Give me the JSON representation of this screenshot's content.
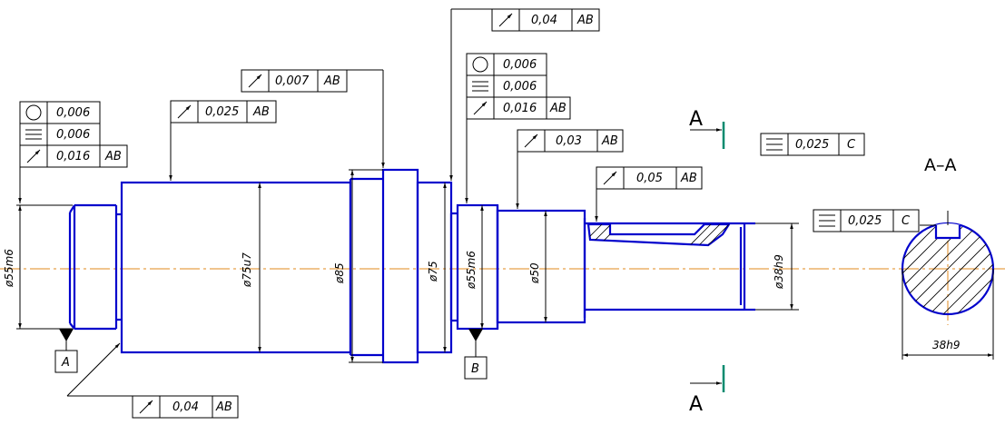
{
  "tolerance_frames": {
    "left_circularity": "0,006",
    "left_flatness": "0,006",
    "left_runout": "0,016",
    "left_runout_datum": "AB",
    "runout_75u7": "0,025",
    "runout_75u7_datum": "AB",
    "runout_85": "0,007",
    "runout_85_datum": "AB",
    "runout_top": "0,04",
    "runout_top_datum": "AB",
    "mid_circularity": "0,006",
    "mid_flatness": "0,006",
    "mid_runout": "0,016",
    "mid_runout_datum": "AB",
    "runout_50": "0,03",
    "runout_50_datum": "AB",
    "runout_38": "0,05",
    "runout_38_datum": "AB",
    "flatness_section": "0,025",
    "flatness_section_datum": "C",
    "flatness_key": "0,025",
    "flatness_key_datum": "C",
    "runout_bottom": "0,04",
    "runout_bottom_datum": "AB"
  },
  "dimensions": {
    "d55m6_left": "ø55m6",
    "d75u7": "ø75u7",
    "d85": "ø85",
    "d75": "ø75",
    "d55m6_mid": "ø55m6",
    "d50": "ø50",
    "d38h9": "ø38h9",
    "section_width": "38h9"
  },
  "datums": {
    "a": "A",
    "b": "B"
  },
  "section": {
    "cut_top": "A",
    "cut_bottom": "A",
    "view_title": "A–A"
  },
  "colors": {
    "part_outline": "#0000cc",
    "centerline": "#e08a1e",
    "section_marker": "#008a6e"
  }
}
